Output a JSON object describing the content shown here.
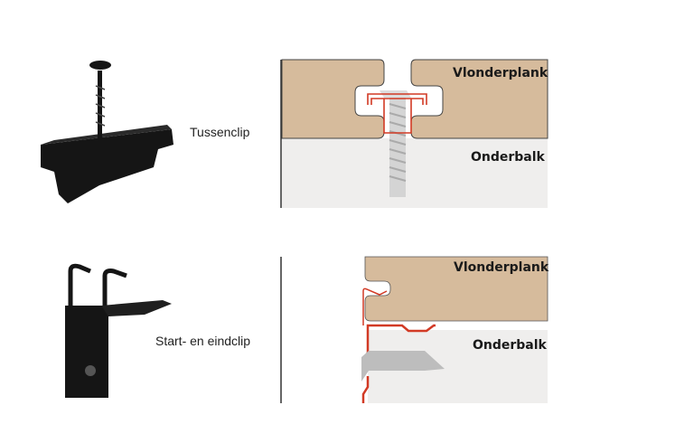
{
  "rows": [
    {
      "product_label": "Tussenclip",
      "plank_label": "Vlonderplank",
      "beam_label": "Onderbalk"
    },
    {
      "product_label": "Start- en eindclip",
      "plank_label": "Vlonderplank",
      "beam_label": "Onderbalk"
    }
  ],
  "colors": {
    "plank": "#d6bb9c",
    "beam": "#efeeed",
    "clip_red": "#d23a25",
    "screw": "#bdbdbd",
    "product": "#151515"
  }
}
